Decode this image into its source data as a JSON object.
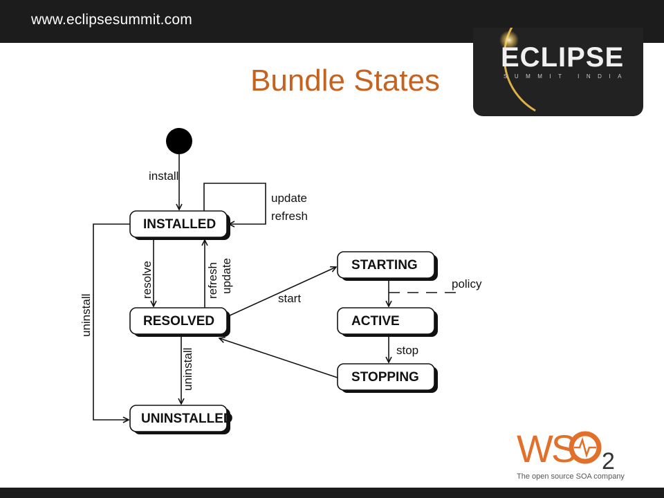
{
  "header": {
    "site_url": "www.eclipsesummit.com"
  },
  "logo": {
    "name": "ECLIPSE",
    "subtitle": "SUMMIT INDIA"
  },
  "title": "Bundle States",
  "diagram": {
    "states": {
      "installed": "INSTALLED",
      "resolved": "RESOLVED",
      "uninstalled": "UNINSTALLED",
      "starting": "STARTING",
      "active": "ACTIVE",
      "stopping": "STOPPING"
    },
    "edges": {
      "install": "install",
      "update": "update",
      "refresh": "refresh",
      "resolve": "resolve",
      "refresh_v": "refresh",
      "update_v": "update",
      "uninstall_left": "uninstall",
      "uninstall_mid": "uninstall",
      "start": "start",
      "policy": "policy",
      "stop": "stop"
    }
  },
  "footer_logo": {
    "name_ws": "WS",
    "name_o": "O",
    "name_2": "2",
    "tagline": "The open source SOA company"
  },
  "colors": {
    "title": "#c6621f",
    "bar": "#1c1c1c",
    "wso2_orange": "#e0702a",
    "eclipse_glow": "#f2c14e"
  }
}
